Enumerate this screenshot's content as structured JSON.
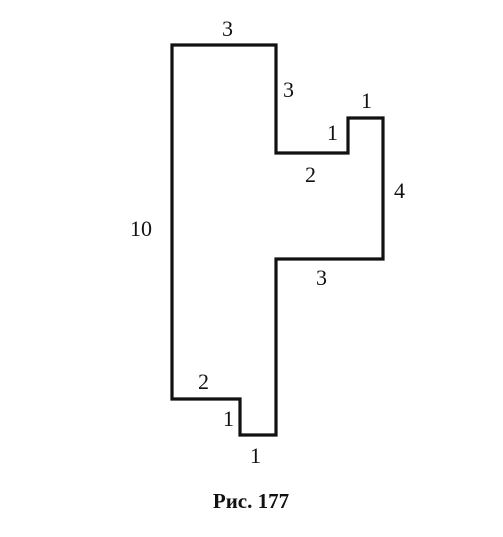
{
  "figure": {
    "caption": "Рис. 177",
    "line_color": "#111111",
    "edges": [
      {
        "id": "top",
        "label": "3"
      },
      {
        "id": "upper-right-drop",
        "label": "3"
      },
      {
        "id": "shelf",
        "label": "2"
      },
      {
        "id": "small-step-rise",
        "label": "1"
      },
      {
        "id": "top-notch",
        "label": "1"
      },
      {
        "id": "right-side",
        "label": "4"
      },
      {
        "id": "lower-shelf",
        "label": "3"
      },
      {
        "id": "foot-step-width",
        "label": "2"
      },
      {
        "id": "foot-step-height",
        "label": "1"
      },
      {
        "id": "bottom",
        "label": "1"
      },
      {
        "id": "left-side",
        "label": "10"
      }
    ]
  }
}
